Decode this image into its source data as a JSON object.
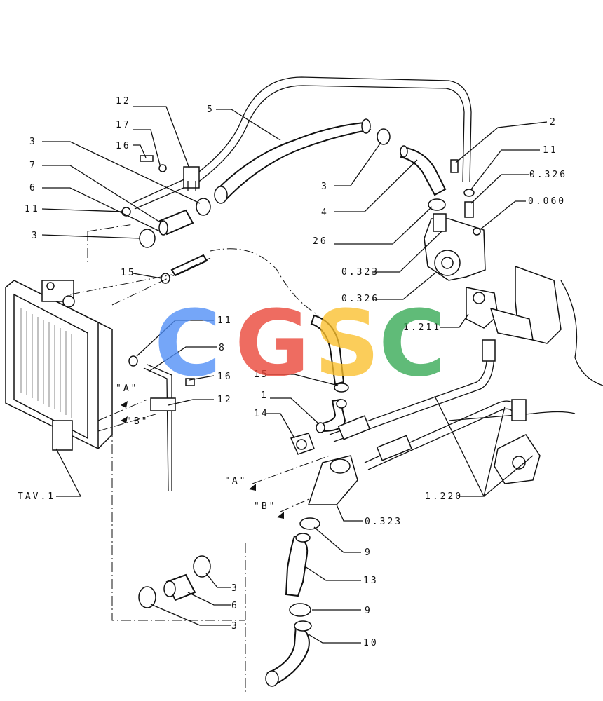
{
  "watermark": {
    "letters": [
      "C",
      "G",
      "S",
      "C"
    ],
    "colors": [
      "#4f8ef7",
      "#ea4335",
      "#fbc02d",
      "#34a853"
    ]
  },
  "labels": {
    "l12a": "12",
    "l17": "17",
    "l16a": "16",
    "l3a": "3",
    "l7": "7",
    "l6a": "6",
    "l11a": "11",
    "l3b": "3",
    "l15a": "15",
    "l5": "5",
    "l3c": "3",
    "l4": "4",
    "l26": "26",
    "l0323a": "0.323",
    "l0326a": "0.326",
    "l2": "2",
    "l11b": "11",
    "l0326b": "0.326",
    "l0060": "0.060",
    "l1211": "1.211",
    "l11c": "11",
    "l8": "8",
    "l16b": "16",
    "l12b": "12",
    "l15b": "15",
    "l1": "1",
    "l14": "14",
    "lA1": "\"A\"",
    "lB1": "\"B\"",
    "lA2": "\"A\"",
    "lB2": "\"B\"",
    "ltav": "TAV.1",
    "l0323b": "0.323",
    "l9a": "9",
    "l13": "13",
    "l9b": "9",
    "l10": "10",
    "l3d": "3",
    "l6b": "6",
    "l3e": "3",
    "l1220": "1.220"
  }
}
